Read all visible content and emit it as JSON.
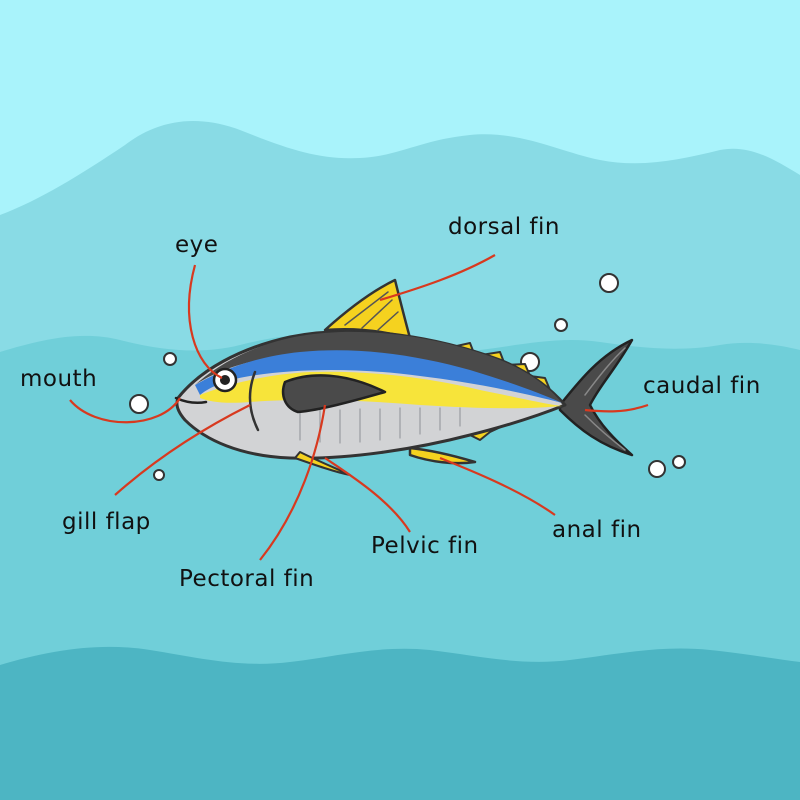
{
  "diagram": {
    "labels": {
      "eye": "eye",
      "dorsal_fin": "dorsal fin",
      "mouth": "mouth",
      "caudal_fin": "caudal fin",
      "gill_flap": "gill flap",
      "pelvic_fin": "Pelvic fin",
      "anal_fin": "anal fin",
      "pectoral_fin": "Pectoral fin"
    }
  },
  "colors": {
    "sky": "#a9f3fb",
    "water_upper": "#89dbe5",
    "water_middle": "#70cfd9",
    "water_deep": "#4db5c3",
    "leader_line": "#d8391f",
    "fish_back": "#4a4a4a",
    "fish_stripe_blue": "#3b7fd9",
    "fish_stripe_yellow": "#f7e43a",
    "fish_belly": "#d2d3d5",
    "fin_yellow": "#f5d21f"
  }
}
